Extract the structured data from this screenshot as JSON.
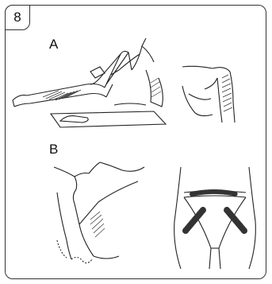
{
  "step_number": "8",
  "section_labels": {
    "a": "A",
    "b": "B"
  },
  "illustrations": {
    "a_left": "woman-epilating-legs",
    "a_right": "shoulder-upper-arm",
    "b_left": "face-underarm",
    "b_right": "bikini-area"
  },
  "colors": {
    "line": "#222222",
    "hatch": "#333333",
    "background": "#ffffff"
  }
}
